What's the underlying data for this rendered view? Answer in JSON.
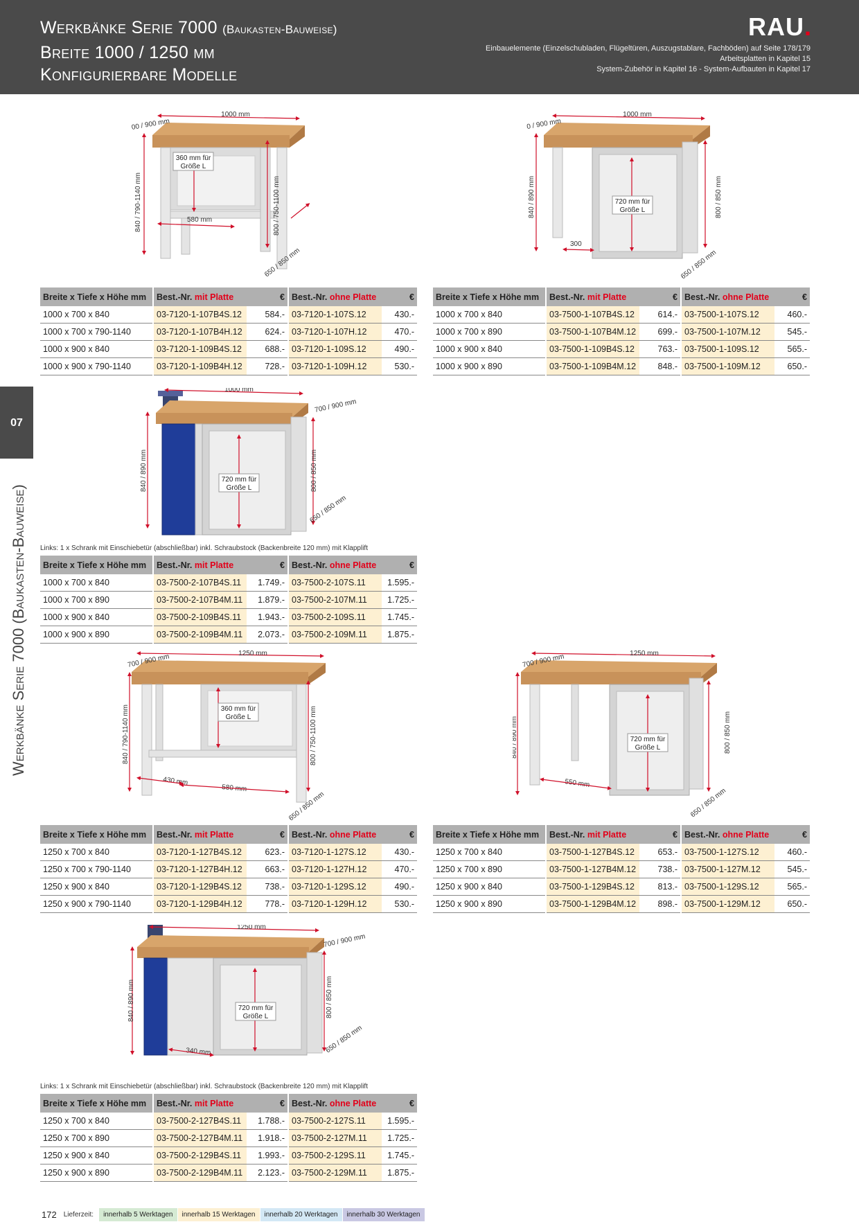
{
  "header": {
    "title1": "Werkbänke Serie 7000",
    "title1_small": "(Baukasten-Bauweise)",
    "title2": "Breite 1000 / 1250 mm",
    "title3": "Konfigurierbare Modelle",
    "logo": "RAU",
    "logo_dot": ".",
    "info1": "Einbauelemente (Einzelschubladen, Flügeltüren, Auszugstablare, Fachböden) auf Seite 178/179",
    "info2": "Arbeitsplatten in Kapitel 15",
    "info3": "System-Zubehör in Kapitel 16 -  System-Aufbauten in Kapitel 17"
  },
  "chapter_tab": "07",
  "side_label": "Werkbänke Serie 7000 (Baukasten-Bauweise)",
  "dims": {
    "d700_900": "700 / 900 mm",
    "d1000": "1000 mm",
    "d1250": "1250 mm",
    "h840_790_1140": "840 / 790-1140 mm",
    "h800_750_1100": "800 / 750-1100 mm",
    "h840_890": "840 / 890 mm",
    "h800_850": "800 / 850 mm",
    "d650_850": "650 / 850 mm",
    "b360_line1": "360 mm für",
    "b720_line1": "720 mm für",
    "b_line2": "Größe L",
    "d580": "580 mm",
    "d300": "300",
    "d430": "430 mm",
    "d550": "550 mm",
    "d340": "340 mm"
  },
  "table_headers": {
    "size": "Breite x Tiefe x Höhe mm",
    "best": "Best.-Nr.",
    "mit": "mit Platte",
    "ohne": "ohne Platte",
    "eur": "€"
  },
  "caption1": "Links: 1 x Schrank mit Einschiebetür (abschließbar) inkl. Schraubstock (Backenbreite 120 mm) mit Klapplift",
  "caption2": "Links: 1 x Schrank mit Einschiebetür (abschließbar) inkl. Schraubstock (Backenbreite 120 mm) mit Klapplift",
  "tables": {
    "t1": [
      [
        "1000 x 700 x 840",
        "03-7120-1-107B4S.12",
        "584.-",
        "03-7120-1-107S.12",
        "430.-"
      ],
      [
        "1000 x 700 x 790-1140",
        "03-7120-1-107B4H.12",
        "624.-",
        "03-7120-1-107H.12",
        "470.-"
      ],
      [
        "1000 x 900 x 840",
        "03-7120-1-109B4S.12",
        "688.-",
        "03-7120-1-109S.12",
        "490.-"
      ],
      [
        "1000 x 900 x 790-1140",
        "03-7120-1-109B4H.12",
        "728.-",
        "03-7120-1-109H.12",
        "530.-"
      ]
    ],
    "t2": [
      [
        "1000 x 700 x 840",
        "03-7500-1-107B4S.12",
        "614.-",
        "03-7500-1-107S.12",
        "460.-"
      ],
      [
        "1000 x 700 x 890",
        "03-7500-1-107B4M.12",
        "699.-",
        "03-7500-1-107M.12",
        "545.-"
      ],
      [
        "1000 x 900 x 840",
        "03-7500-1-109B4S.12",
        "763.-",
        "03-7500-1-109S.12",
        "565.-"
      ],
      [
        "1000 x 900 x 890",
        "03-7500-1-109B4M.12",
        "848.-",
        "03-7500-1-109M.12",
        "650.-"
      ]
    ],
    "t3": [
      [
        "1000 x 700 x 840",
        "03-7500-2-107B4S.11",
        "1.749.-",
        "03-7500-2-107S.11",
        "1.595.-"
      ],
      [
        "1000 x 700 x 890",
        "03-7500-2-107B4M.11",
        "1.879.-",
        "03-7500-2-107M.11",
        "1.725.-"
      ],
      [
        "1000 x 900 x 840",
        "03-7500-2-109B4S.11",
        "1.943.-",
        "03-7500-2-109S.11",
        "1.745.-"
      ],
      [
        "1000 x 900 x 890",
        "03-7500-2-109B4M.11",
        "2.073.-",
        "03-7500-2-109M.11",
        "1.875.-"
      ]
    ],
    "t4": [
      [
        "1250 x 700 x 840",
        "03-7120-1-127B4S.12",
        "623.-",
        "03-7120-1-127S.12",
        "430.-"
      ],
      [
        "1250 x 700 x 790-1140",
        "03-7120-1-127B4H.12",
        "663.-",
        "03-7120-1-127H.12",
        "470.-"
      ],
      [
        "1250 x 900 x 840",
        "03-7120-1-129B4S.12",
        "738.-",
        "03-7120-1-129S.12",
        "490.-"
      ],
      [
        "1250 x 900 x 790-1140",
        "03-7120-1-129B4H.12",
        "778.-",
        "03-7120-1-129H.12",
        "530.-"
      ]
    ],
    "t5": [
      [
        "1250 x 700 x 840",
        "03-7500-1-127B4S.12",
        "653.-",
        "03-7500-1-127S.12",
        "460.-"
      ],
      [
        "1250 x 700 x 890",
        "03-7500-1-127B4M.12",
        "738.-",
        "03-7500-1-127M.12",
        "545.-"
      ],
      [
        "1250 x 900 x 840",
        "03-7500-1-129B4S.12",
        "813.-",
        "03-7500-1-129S.12",
        "565.-"
      ],
      [
        "1250 x 900 x 890",
        "03-7500-1-129B4M.12",
        "898.-",
        "03-7500-1-129M.12",
        "650.-"
      ]
    ],
    "t6": [
      [
        "1250 x 700 x 840",
        "03-7500-2-127B4S.11",
        "1.788.-",
        "03-7500-2-127S.11",
        "1.595.-"
      ],
      [
        "1250 x 700 x 890",
        "03-7500-2-127B4M.11",
        "1.918.-",
        "03-7500-2-127M.11",
        "1.725.-"
      ],
      [
        "1250 x 900 x 840",
        "03-7500-2-129B4S.11",
        "1.993.-",
        "03-7500-2-129S.11",
        "1.745.-"
      ],
      [
        "1250 x 900 x 890",
        "03-7500-2-129B4M.11",
        "2.123.-",
        "03-7500-2-129M.11",
        "1.875.-"
      ]
    ]
  },
  "footer": {
    "page": "172",
    "lieferzeit": "Lieferzeit:",
    "l5": "innerhalb 5 Werktagen",
    "l15": "innerhalb 15 Werktagen",
    "l20": "innerhalb 20 Werktagen",
    "l30": "innerhalb 30 Werktagen",
    "c5": "#d5ead3",
    "c15": "#fdf0d2",
    "c20": "#d3e8f5",
    "c30": "#c9c8e3"
  },
  "colors": {
    "header_bg": "#4a4a4a",
    "accent_red": "#e2001a",
    "wood": "#c8925a",
    "metal": "#e4e4e4"
  }
}
